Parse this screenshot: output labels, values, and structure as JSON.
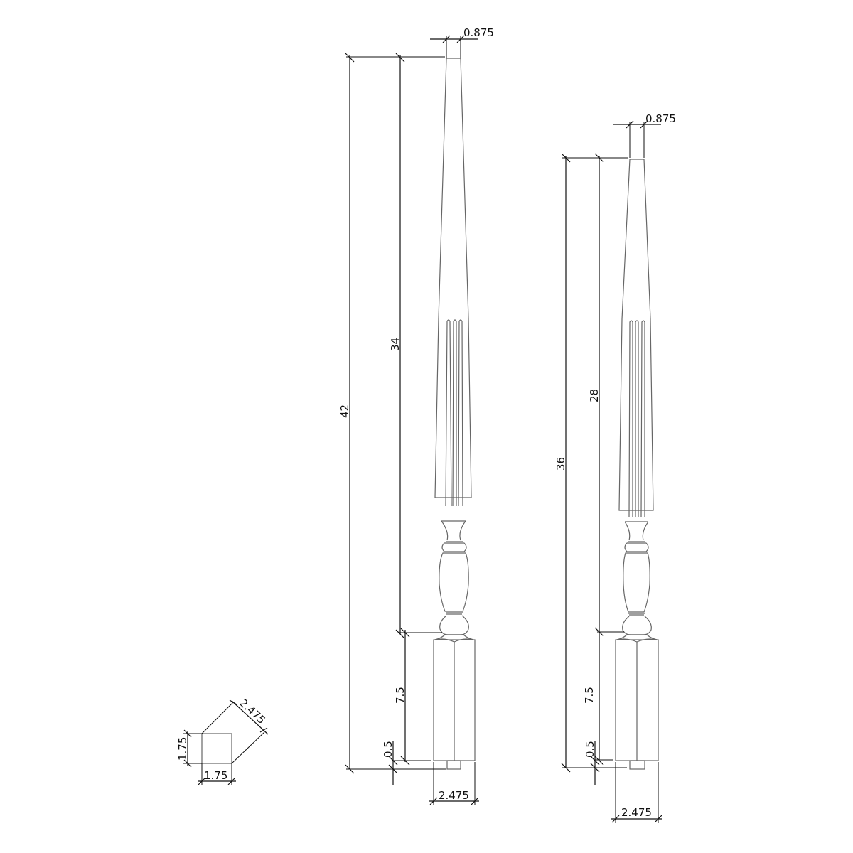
{
  "drawing": {
    "line_color": "#111111",
    "part_color": "#666666",
    "background": "#ffffff"
  },
  "square_detail": {
    "width_label": "1.75",
    "height_label": "1.75",
    "diagonal_label": "2.475"
  },
  "baluster_42": {
    "top_width_label": "0.875",
    "overall_height_label": "42",
    "shaft_height_label": "34",
    "block_height_label": "7.5",
    "pin_height_label": "0.5",
    "block_width_label": "2.475"
  },
  "baluster_36": {
    "top_width_label": "0.875",
    "overall_height_label": "36",
    "shaft_height_label": "28",
    "block_height_label": "7.5",
    "pin_height_label": "0.5",
    "block_width_label": "2.475"
  }
}
